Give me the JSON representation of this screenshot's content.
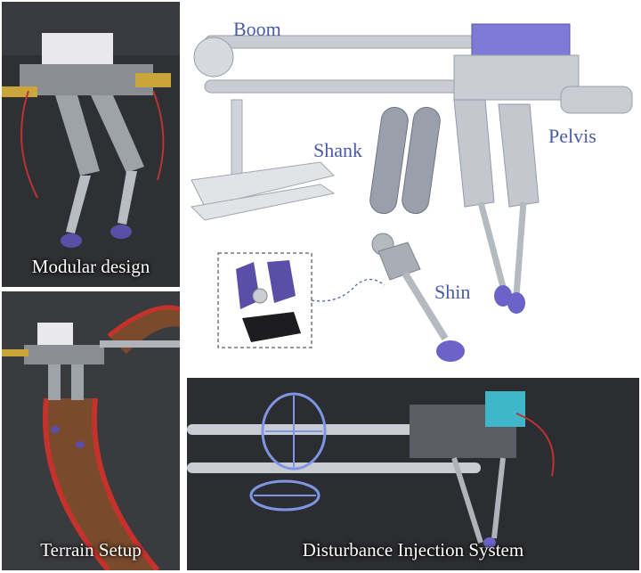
{
  "panels": {
    "modular": {
      "caption": "Modular design"
    },
    "terrain": {
      "caption": "Terrain Setup"
    },
    "disturbance": {
      "caption": "Disturbance Injection System"
    }
  },
  "labels": {
    "boom": "Boom",
    "shank": "Shank",
    "pelvis": "Pelvis",
    "shin": "Shin"
  },
  "colors": {
    "label_blue": "#4a5aa8",
    "part_purple": "#6b63c7",
    "cad_gray": "#c9ccd3",
    "photo_dark": "#2b2c2e",
    "terrain_red": "#c4322b",
    "pellet_brown": "#7a4a2c",
    "propeller_blue": "#7f95e6",
    "box_cyan": "#3fb6c9"
  }
}
